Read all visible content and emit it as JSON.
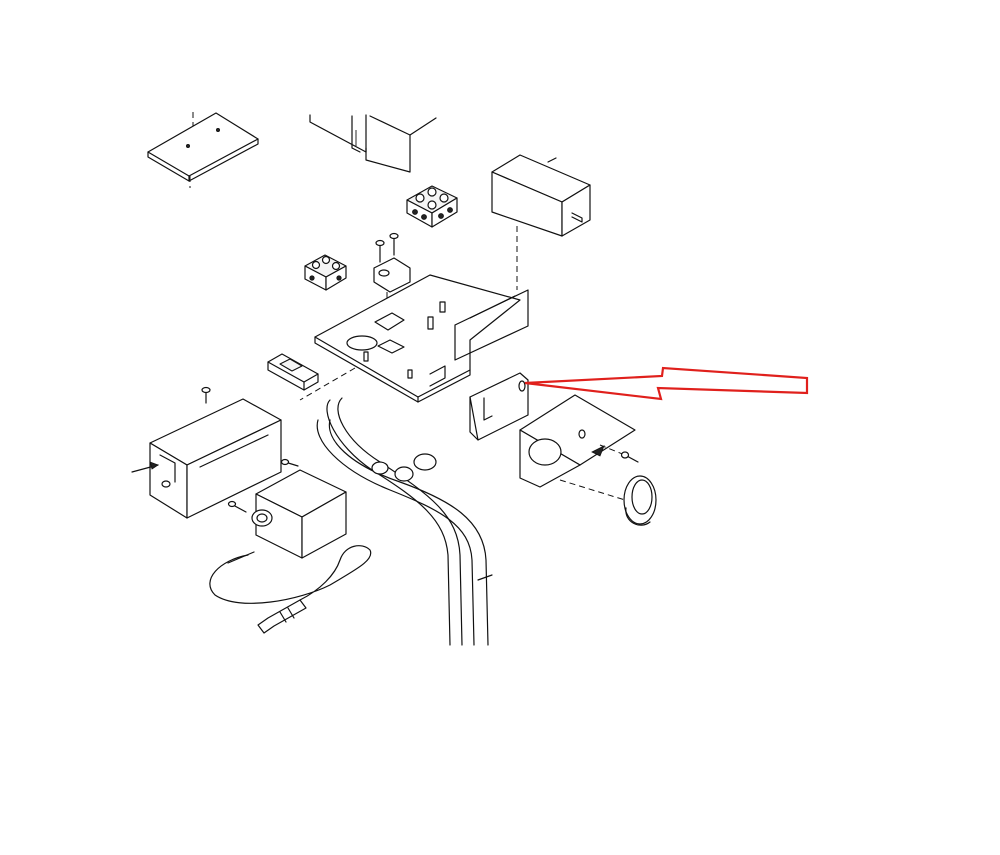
{
  "diagram": {
    "background": "#ffffff",
    "line_color": "#111111",
    "arrow_color": "#e0201c",
    "parts": [
      "mounting-plate",
      "upper-cabinet-fragment",
      "terminal-block-large",
      "terminal-block-small",
      "cable-clamp",
      "motor-unit",
      "main-bracket-plate",
      "clip-connector",
      "spark-generator-box",
      "ignition-transformer",
      "ignition-electrode-lead",
      "gas-pipes",
      "control-tab-bracket",
      "front-panel",
      "knob-cover"
    ],
    "callout_arrow": {
      "icon": "red-outline-arrow",
      "points_to": "control-tab-bracket"
    }
  }
}
